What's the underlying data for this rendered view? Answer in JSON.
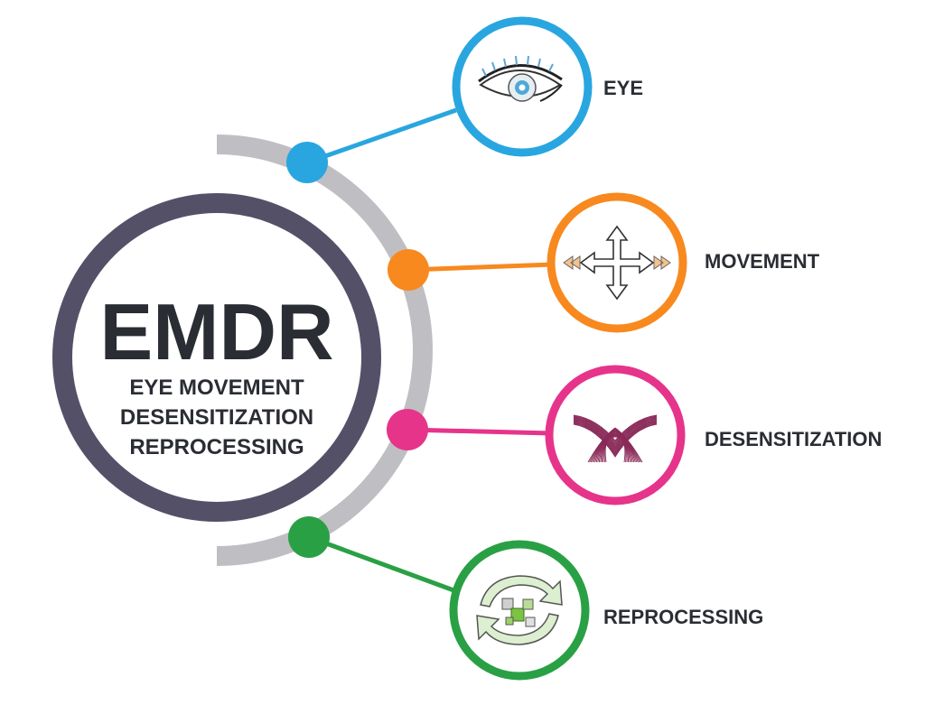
{
  "center": {
    "title": "EMDR",
    "subtitle_lines": [
      "EYE MOVEMENT",
      "DESENSITIZATION",
      "REPROCESSING"
    ],
    "ring_color": "#545068",
    "arc_color": "#bfbfc3"
  },
  "steps": [
    {
      "label": "EYE",
      "color": "#29a6df",
      "icon": "eye-icon"
    },
    {
      "label": "MOVEMENT",
      "color": "#f7891f",
      "icon": "four-way-arrows-icon"
    },
    {
      "label": "DESENSITIZATION",
      "color": "#e6348b",
      "icon": "wave-lines-icon"
    },
    {
      "label": "REPROCESSING",
      "color": "#2aa045",
      "icon": "recycle-arrows-icon"
    }
  ]
}
